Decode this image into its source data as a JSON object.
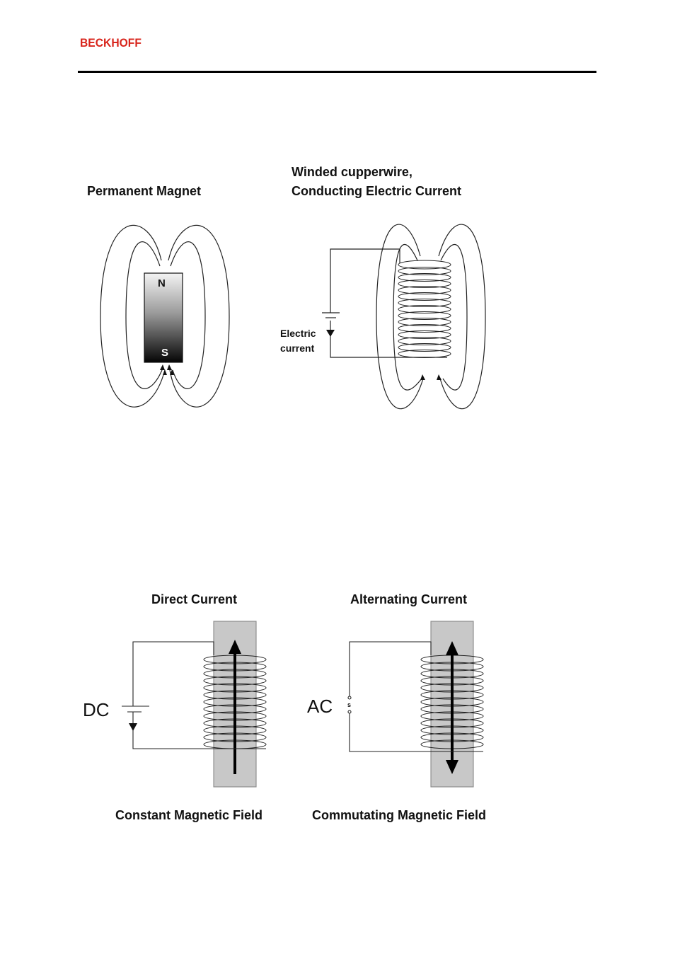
{
  "header": {
    "brand": "BECKHOFF"
  },
  "figure1": {
    "magnet_title": "Permanent Magnet",
    "magnet_north": "N",
    "magnet_south": "S",
    "coil_title_line1": "Winded cupperwire,",
    "coil_title_line2": "Conducting Electric Current",
    "current_label_line1": "Electric",
    "current_label_line2": "current"
  },
  "figure2": {
    "dc_title": "Direct Current",
    "ac_title": "Alternating Current",
    "dc_source": "DC",
    "ac_source": "AC",
    "ac_switch": "s",
    "dc_caption": "Constant Magnetic Field",
    "ac_caption": "Commutating Magnetic Field"
  },
  "colors": {
    "brand": "#d8251c",
    "core": "#c8c8c8"
  }
}
